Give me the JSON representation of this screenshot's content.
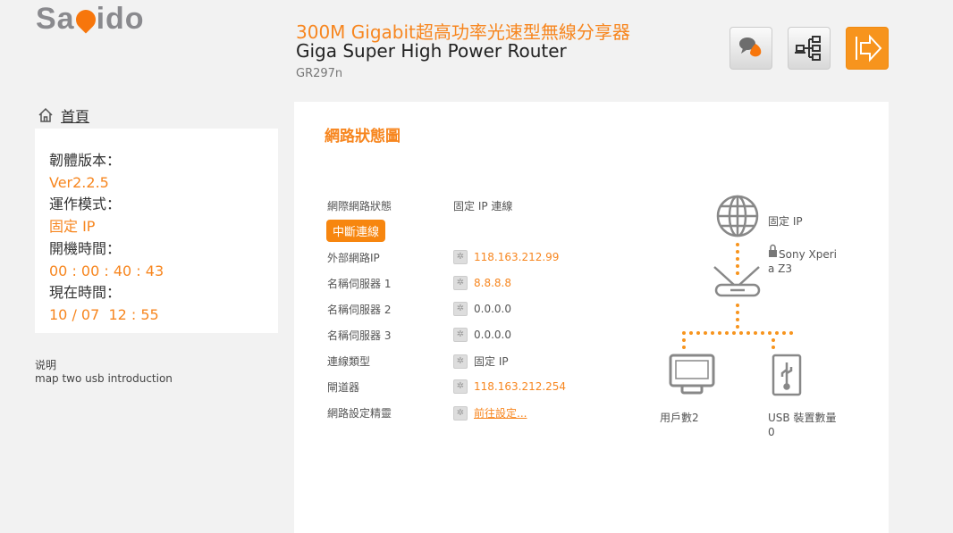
{
  "logo": "Sapido",
  "header": {
    "title_cn": "300M Gigabit超高功率光速型無線分享器",
    "title_en": "Giga Super High Power Router",
    "model": "GR297n"
  },
  "header_buttons": [
    {
      "icon": "chat-icon"
    },
    {
      "icon": "network-topology-icon"
    },
    {
      "icon": "logout-arrow-icon"
    }
  ],
  "nav": {
    "home": "首頁"
  },
  "info": {
    "fw_label": "韌體版本：",
    "fw_value": "Ver2.2.5",
    "mode_label": "運作模式：",
    "mode_value": "固定 IP",
    "uptime_label": "開機時間：",
    "uptime_value": "00 : 00 : 40 : 43",
    "time_label": "現在時間：",
    "time_value": "10 / 07  12 : 55"
  },
  "note": {
    "title": "说明",
    "text": "map two usb introduction"
  },
  "main": {
    "title": "網路狀態圖",
    "status_label": "網際網路狀態",
    "status_value": "固定 IP 連線",
    "disconnect": "中斷連線",
    "rows": [
      {
        "label": "外部網路IP",
        "value": "118.163.212.99",
        "highlight": true
      },
      {
        "label": "名稱伺服器 1",
        "value": "8.8.8.8",
        "highlight": true
      },
      {
        "label": "名稱伺服器 2",
        "value": "0.0.0.0",
        "highlight": false
      },
      {
        "label": "名稱伺服器 3",
        "value": "0.0.0.0",
        "highlight": false
      },
      {
        "label": "連線類型",
        "value": "固定 IP",
        "highlight": false
      },
      {
        "label": "閘道器",
        "value": "118.163.212.254",
        "highlight": true
      },
      {
        "label": "網路設定精靈",
        "value": "前往設定...",
        "link": true
      }
    ],
    "diagram": {
      "wan": "固定 IP",
      "ssid_line1": "Sony Xperi",
      "ssid_line2": "a Z3",
      "clients": "用戶數2",
      "usb_line1": "USB 裝置數量",
      "usb_line2": "0"
    }
  },
  "colors": {
    "accent": "#f7861f",
    "bg": "#f2f2f2"
  }
}
